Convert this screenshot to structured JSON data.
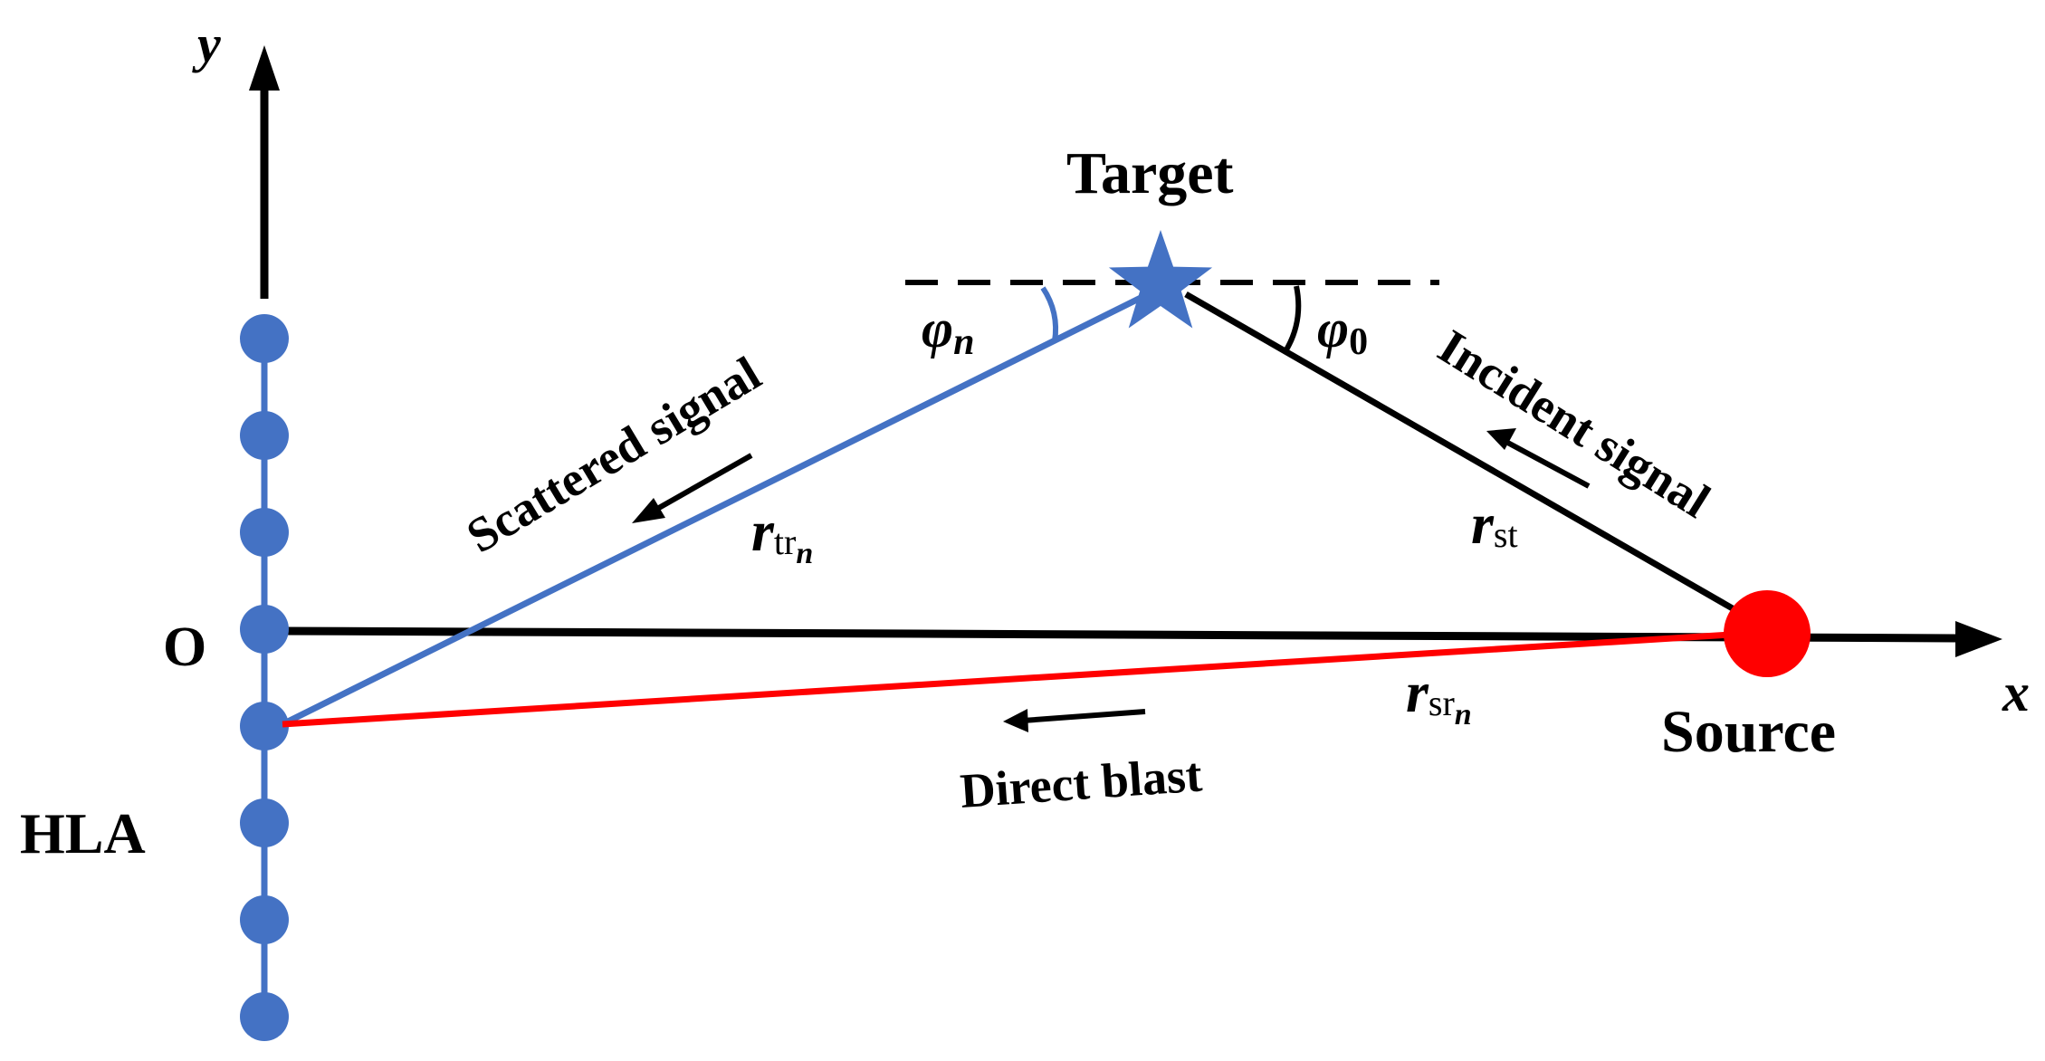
{
  "axes": {
    "x_label": "x",
    "y_label": "y",
    "origin_label": "O"
  },
  "array": {
    "label": "HLA",
    "element_count": 8,
    "color": "#4472C4"
  },
  "target": {
    "label": "Target",
    "color": "#4472C4"
  },
  "source": {
    "label": "Source",
    "color": "#FF0000"
  },
  "angles": {
    "phi_n": "φ",
    "phi_n_sub": "n",
    "phi_0": "φ",
    "phi_0_sub": "0"
  },
  "distances": {
    "r_trn": {
      "main": "r",
      "sub": "tr",
      "subsub": "n"
    },
    "r_st": {
      "main": "r",
      "sub": "st"
    },
    "r_srn": {
      "main": "r",
      "sub": "sr",
      "subsub": "n"
    }
  },
  "signals": {
    "scattered": "Scattered signal",
    "incident": "Incident signal",
    "direct": "Direct blast"
  },
  "colors": {
    "scattered": "#4472C4",
    "direct": "#FF0000",
    "incident": "#000000"
  }
}
